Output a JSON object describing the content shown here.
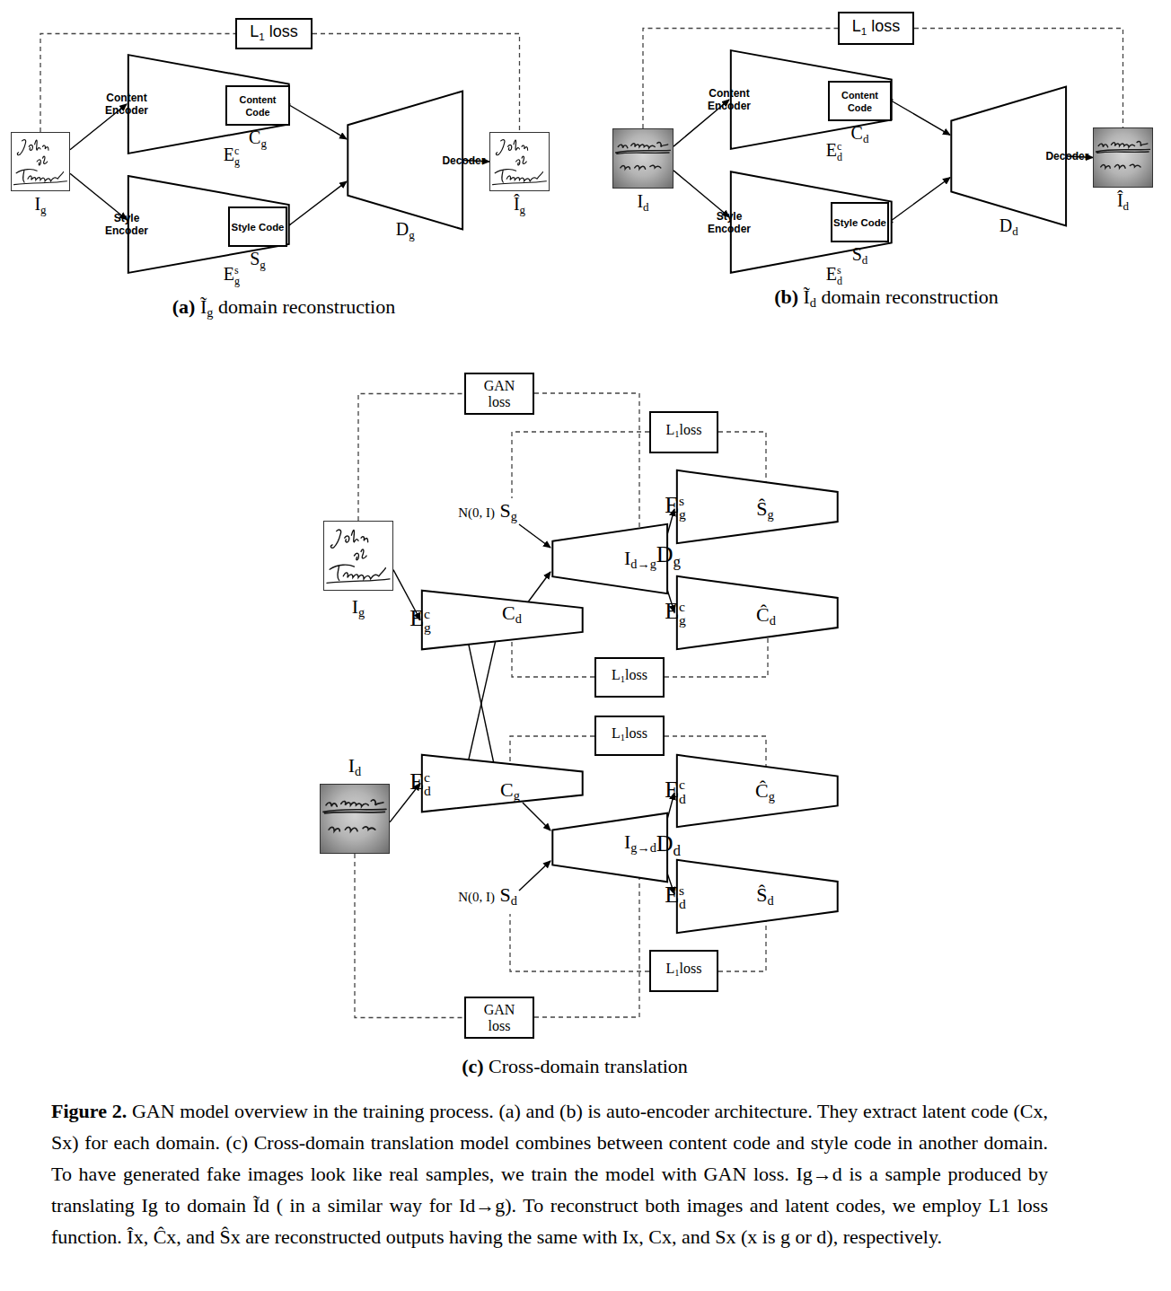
{
  "diagram": {
    "caption": "Figure 2. GAN model overview in the training process. (a) and (b) is auto-encoder architecture. They extract latent code (Cx, Sx) for each domain. (c) Cross-domain translation model combines between content code and style code in another domain. To have generated fake images look like real samples, we train the model with GAN loss. Ig→d is a sample produced by translating Ig to domain Ĩd ( in a similar way for Id→g). To reconstruct both images and latent codes, we employ L1 loss function. Îx, Ĉx, and Ŝx are reconstructed outputs having the same with Ix, Cx, and Sx (x is g or d), respectively.",
    "nodes": [
      {
        "text": [
          "L1 loss"
        ]
      },
      {
        "text": [
          "Ig"
        ]
      },
      {
        "text": [
          "Content Encoder",
          "Egc"
        ]
      },
      {
        "text": [
          "Content Code",
          "Cg"
        ]
      },
      {
        "text": [
          "Style Encoder",
          "Egs"
        ]
      },
      {
        "text": [
          "Style Code",
          "Sg"
        ]
      },
      {
        "text": [
          "Decoder",
          "Dg"
        ]
      },
      {
        "text": [
          "Îg"
        ]
      },
      {
        "text": [
          "L1 loss"
        ]
      },
      {
        "text": [
          "Id"
        ]
      },
      {
        "text": [
          "Content Encoder",
          "Edc"
        ]
      },
      {
        "text": [
          "Content Code",
          "Cd"
        ]
      },
      {
        "text": [
          "Style Encoder",
          "Eds"
        ]
      },
      {
        "text": [
          "Style Code",
          "Sd"
        ]
      },
      {
        "text": [
          "Decoder",
          "Dd"
        ]
      },
      {
        "text": [
          "Îd"
        ]
      },
      {
        "text": [
          "GAN loss"
        ]
      },
      {
        "text": [
          "L1loss"
        ]
      },
      {
        "text": [
          "Ig"
        ]
      },
      {
        "text": [
          "Dg"
        ]
      },
      {
        "text": [
          "Egs"
        ]
      },
      {
        "text": [
          "Egc"
        ]
      },
      {
        "text": [
          "Egc"
        ]
      },
      {
        "text": [
          "L1loss"
        ]
      },
      {
        "text": [
          "L1loss"
        ]
      },
      {
        "text": [
          "Id"
        ]
      },
      {
        "text": [
          "Edc"
        ]
      },
      {
        "text": [
          "Dd"
        ]
      },
      {
        "text": [
          "Edc"
        ]
      },
      {
        "text": [
          "Eds"
        ]
      },
      {
        "text": [
          "L1loss"
        ]
      },
      {
        "text": [
          "GAN loss"
        ]
      }
    ],
    "edges": [
      {
        "from": 1,
        "to": 2,
        "arrow": "to"
      },
      {
        "from": 1,
        "to": 4,
        "arrow": "to"
      },
      {
        "from": 2,
        "to": 3,
        "arrow": "to"
      },
      {
        "from": 4,
        "to": 5,
        "arrow": "to"
      },
      {
        "from": 3,
        "to": 6,
        "arrow": "to"
      },
      {
        "from": 5,
        "to": 6,
        "arrow": "to"
      },
      {
        "from": 6,
        "to": 7,
        "arrow": "to"
      },
      {
        "from": 1,
        "to": 0,
        "arrow": "none"
      },
      {
        "from": 0,
        "to": 7,
        "arrow": "none"
      },
      {
        "from": 9,
        "to": 10,
        "arrow": "to"
      },
      {
        "from": 9,
        "to": 12,
        "arrow": "to"
      },
      {
        "from": 10,
        "to": 11,
        "arrow": "to"
      },
      {
        "from": 12,
        "to": 13,
        "arrow": "to"
      },
      {
        "from": 11,
        "to": 14,
        "arrow": "to"
      },
      {
        "from": 13,
        "to": 14,
        "arrow": "to"
      },
      {
        "from": 14,
        "to": 15,
        "arrow": "to"
      },
      {
        "from": 9,
        "to": 8,
        "arrow": "none"
      },
      {
        "from": 8,
        "to": 15,
        "arrow": "none"
      },
      {
        "from": 18,
        "to": 16,
        "arrow": "none"
      },
      {
        "from": 18,
        "to": 22,
        "arrow": "to"
      },
      {
        "from": 25,
        "to": 26,
        "arrow": "to"
      },
      {
        "from": 25,
        "to": 31,
        "arrow": "none"
      }
    ],
    "labels": [
      "N(0, I) Sg",
      "Cd",
      "Id→g",
      "Ŝg",
      "Ĉd",
      "Cg",
      "Ig→d",
      "Ĉg",
      "Ŝd",
      "N(0, I) Sd",
      "(a) Ĩg domain reconstruction",
      "(b) Ĩd domain reconstruction",
      "(c) Cross-domain translation"
    ]
  }
}
